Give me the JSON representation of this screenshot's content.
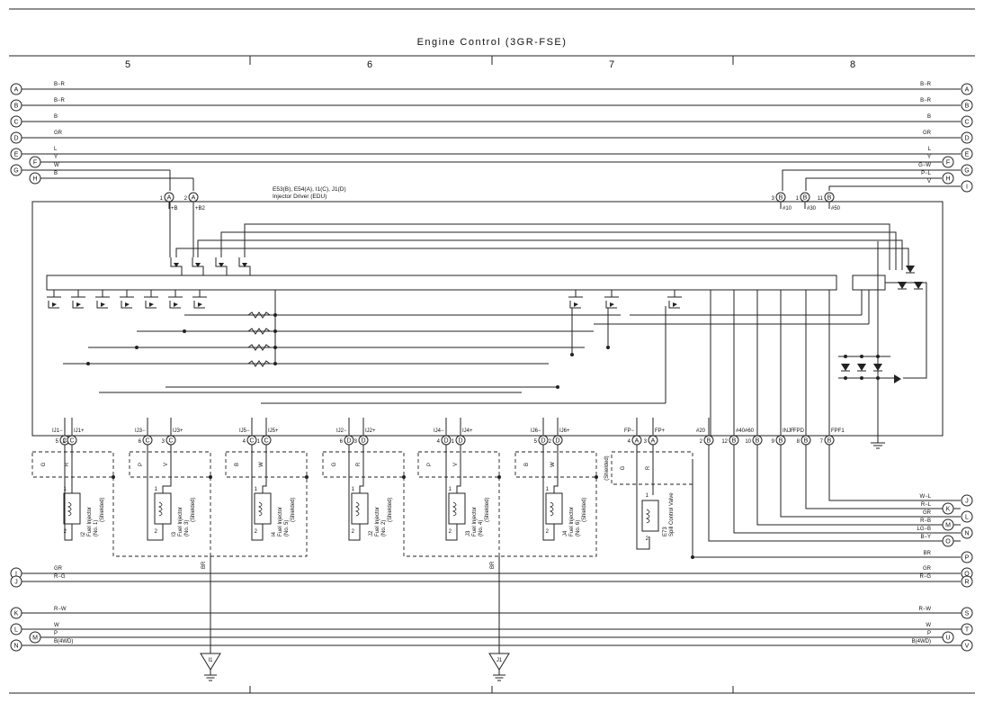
{
  "title": "Engine Control (3GR-FSE)",
  "section_numbers": [
    "5",
    "6",
    "7",
    "8"
  ],
  "edu": {
    "label_line1": "E53(B), E54(A), I1(C), J1(D)",
    "label_line2": "Injector Driver (EDU)",
    "top_pins": [
      {
        "num": "1",
        "conn": "A",
        "label": "+B"
      },
      {
        "num": "2",
        "conn": "A",
        "label": "+B2"
      },
      {
        "num": "3",
        "conn": "B",
        "label": "#10"
      },
      {
        "num": "1",
        "conn": "B",
        "label": "#30"
      },
      {
        "num": "11",
        "conn": "B",
        "label": "#50"
      }
    ],
    "bottom_pins": [
      {
        "num": "5",
        "conn": "C",
        "label": "IJ1−"
      },
      {
        "num": "2",
        "conn": "C",
        "label": "IJ1+"
      },
      {
        "num": "6",
        "conn": "C",
        "label": "IJ3−"
      },
      {
        "num": "3",
        "conn": "C",
        "label": "IJ3+"
      },
      {
        "num": "4",
        "conn": "C",
        "label": "IJ5−"
      },
      {
        "num": "1",
        "conn": "C",
        "label": "IJ5+"
      },
      {
        "num": "6",
        "conn": "D",
        "label": "IJ2−"
      },
      {
        "num": "3",
        "conn": "D",
        "label": "IJ2+"
      },
      {
        "num": "4",
        "conn": "D",
        "label": "IJ4−"
      },
      {
        "num": "1",
        "conn": "D",
        "label": "IJ4+"
      },
      {
        "num": "5",
        "conn": "D",
        "label": "IJ6−"
      },
      {
        "num": "2",
        "conn": "D",
        "label": "IJ6+"
      },
      {
        "num": "4",
        "conn": "A",
        "label": "FP−"
      },
      {
        "num": "3",
        "conn": "A",
        "label": "FP+"
      },
      {
        "num": "2",
        "conn": "B",
        "label": "#20"
      },
      {
        "num": "12",
        "conn": "B",
        "label": "#40"
      },
      {
        "num": "10",
        "conn": "B",
        "label": "#60"
      },
      {
        "num": "9",
        "conn": "B",
        "label": "INJF"
      },
      {
        "num": "8",
        "conn": "B",
        "label": "FPD"
      },
      {
        "num": "7",
        "conn": "B",
        "label": "FPF1"
      }
    ]
  },
  "bus_left": [
    {
      "id": "A",
      "color": "B−R"
    },
    {
      "id": "B",
      "color": "B−R"
    },
    {
      "id": "C",
      "color": "B"
    },
    {
      "id": "D",
      "color": "GR"
    },
    {
      "id": "E",
      "color": "L"
    },
    {
      "id": "F",
      "color": "Y"
    },
    {
      "id": "G",
      "color": "W"
    },
    {
      "id": "H",
      "color": "B"
    }
  ],
  "bus_right": [
    {
      "id": "A",
      "color": "B−R"
    },
    {
      "id": "B",
      "color": "B−R"
    },
    {
      "id": "C",
      "color": "B"
    },
    {
      "id": "D",
      "color": "GR"
    },
    {
      "id": "E",
      "color": "L"
    },
    {
      "id": "F",
      "color": "Y"
    },
    {
      "id": "G",
      "color": "G−W"
    },
    {
      "id": "H",
      "color": "P−L"
    },
    {
      "id": "I",
      "color": "V"
    }
  ],
  "right_outputs": [
    {
      "id": "J",
      "color": "W−L"
    },
    {
      "id": "K",
      "color": "R−L"
    },
    {
      "id": "L",
      "color": "GR"
    },
    {
      "id": "M",
      "color": "R−B"
    },
    {
      "id": "N",
      "color": "LG−B"
    },
    {
      "id": "O",
      "color": "B−Y"
    },
    {
      "id": "P",
      "color": "BR"
    }
  ],
  "mid_bus": [
    {
      "left": "I",
      "right": "Q",
      "color": "GR"
    },
    {
      "left": "J",
      "right": "R",
      "color": "R−G"
    }
  ],
  "bottom_bus": [
    {
      "left": "K",
      "right": "S",
      "color": "R−W"
    },
    {
      "left": "L",
      "right": "T",
      "color": "W"
    },
    {
      "left": "M",
      "right": "U",
      "color": "P"
    },
    {
      "left": "N",
      "right": "V",
      "color": "B(4WD)"
    }
  ],
  "injectors": [
    {
      "code": "I2",
      "name": "Fuel Injector",
      "num": "(No. 1)",
      "shield": "(Shielded)",
      "wires": [
        "G",
        "R"
      ]
    },
    {
      "code": "I3",
      "name": "Fuel Injector",
      "num": "(No. 3)",
      "shield": "(Shielded)",
      "wires": [
        "P",
        "V"
      ]
    },
    {
      "code": "I4",
      "name": "Fuel Injector",
      "num": "(No. 5)",
      "shield": "(Shielded)",
      "wires": [
        "B",
        "W"
      ]
    },
    {
      "code": "J2",
      "name": "Fuel Injector",
      "num": "(No. 2)",
      "shield": "(Shielded)",
      "wires": [
        "G",
        "R"
      ]
    },
    {
      "code": "J3",
      "name": "Fuel Injector",
      "num": "(No. 4)",
      "shield": "(Shielded)",
      "wires": [
        "P",
        "V"
      ]
    },
    {
      "code": "J4",
      "name": "Fuel Injector",
      "num": "(No. 6)",
      "shield": "(Shielded)",
      "wires": [
        "B",
        "W"
      ]
    }
  ],
  "spill_valve": {
    "code": "E73",
    "name": "Spill Control Valve",
    "shield": "(Shielded)",
    "wires": [
      "G",
      "R"
    ]
  },
  "coil_pins": [
    "1",
    "2"
  ],
  "ground_color": "BR",
  "grounds": [
    "I1",
    "J1"
  ]
}
